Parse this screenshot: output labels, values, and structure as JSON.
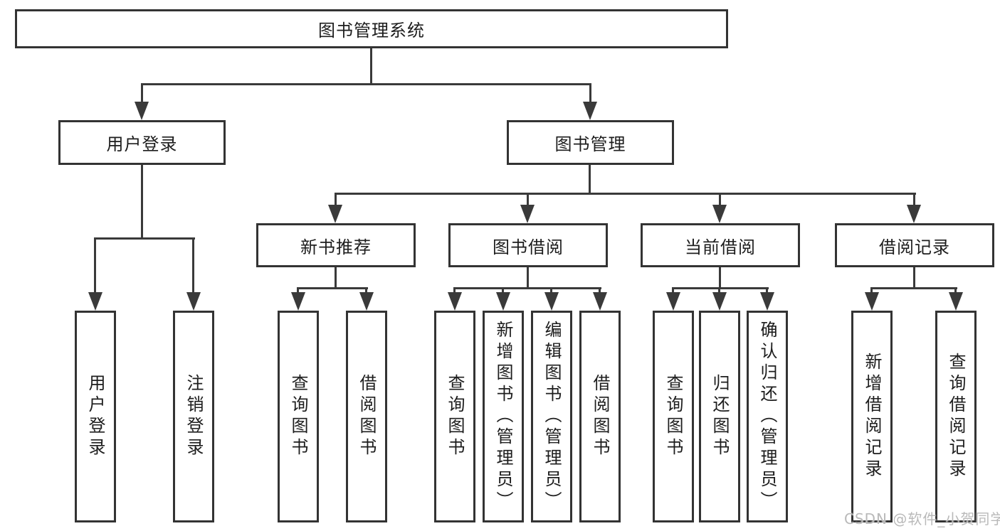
{
  "tree": {
    "root": {
      "label": "图书管理系统"
    },
    "children": [
      {
        "label": "用户登录",
        "children": [
          {
            "label": "用户登录"
          },
          {
            "label": "注销登录"
          }
        ]
      },
      {
        "label": "图书管理",
        "children": [
          {
            "label": "新书推荐",
            "children": [
              {
                "label": "查询图书"
              },
              {
                "label": "借阅图书"
              }
            ]
          },
          {
            "label": "图书借阅",
            "children": [
              {
                "label": "查询图书"
              },
              {
                "label": "新增图书（管理员）"
              },
              {
                "label": "编辑图书（管理员）"
              },
              {
                "label": "借阅图书"
              }
            ]
          },
          {
            "label": "当前借阅",
            "children": [
              {
                "label": "查询图书"
              },
              {
                "label": "归还图书"
              },
              {
                "label": "确认归还（管理员）"
              }
            ]
          },
          {
            "label": "借阅记录",
            "children": [
              {
                "label": "新增借阅记录"
              },
              {
                "label": "查询借阅记录"
              }
            ]
          }
        ]
      }
    ]
  },
  "watermark": {
    "text": "CSDN @软件_小贺同学"
  },
  "colors": {
    "line": "#3a3a3a",
    "box_border": "#333333",
    "text": "#1d1d1d",
    "watermark": "#b9b9b9",
    "background": "#ffffff"
  }
}
